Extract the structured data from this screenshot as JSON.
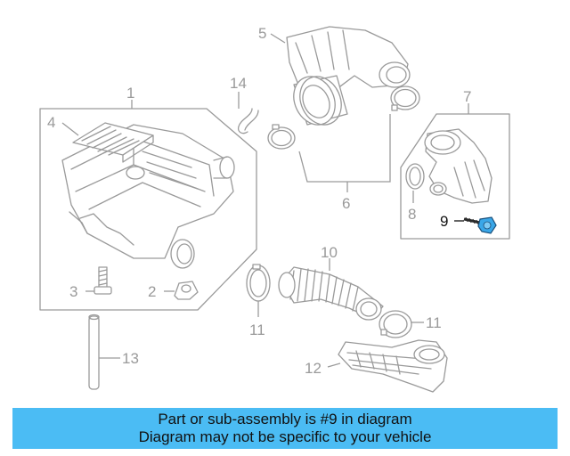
{
  "callouts": {
    "c1": "1",
    "c2": "2",
    "c3": "3",
    "c4": "4",
    "c5": "5",
    "c6": "6",
    "c7": "7",
    "c8": "8",
    "c9": "9",
    "c10": "10",
    "c11a": "11",
    "c11b": "11",
    "c12": "12",
    "c13": "13",
    "c14": "14"
  },
  "highlight_part": "9",
  "colors": {
    "line": "#9a9a9a",
    "highlight_part": "#3aa7e8",
    "banner": "#4bbcf4"
  },
  "banner": {
    "line1": "Part or sub-assembly is #9 in diagram",
    "line2": "Diagram may not be specific to your vehicle"
  }
}
